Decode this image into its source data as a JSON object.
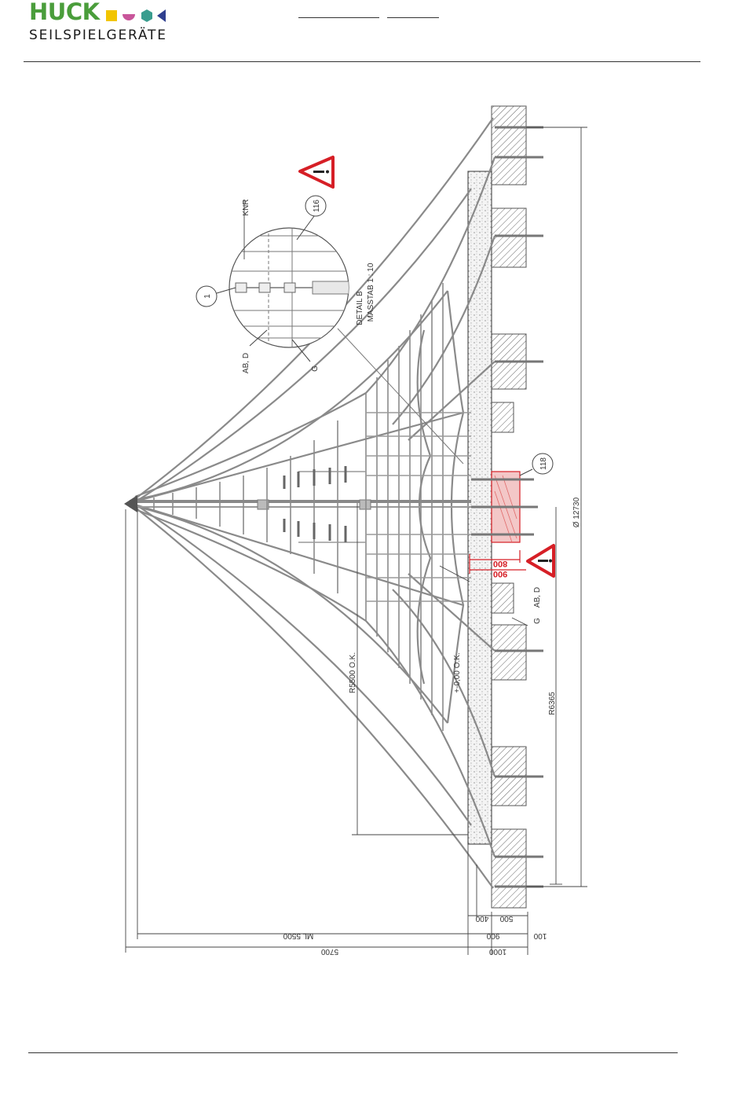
{
  "header": {
    "logo_word": "HUCK",
    "logo_sub": "SEILSPIELGERÄTE",
    "logo_icons": [
      "square-icon",
      "semicircle-icon",
      "hexagon-icon",
      "triangle-icon"
    ],
    "colors": {
      "green": "#4a9d3b",
      "yellow": "#f2c500",
      "pink": "#c8559a",
      "teal": "#3a9d8f",
      "navy": "#2f3f8f",
      "warning_red": "#d61f26"
    }
  },
  "drawing": {
    "detail_title": "DETAIL B",
    "detail_scale": "MASSTAB 1 : 10",
    "labels": {
      "knr": "KNR",
      "ab_d": "AB, D",
      "g": "G",
      "ab_d_right": "AB, D",
      "g_right": "G",
      "ok_level": "+-0,00 O.K.",
      "r5500": "R5500 O.K.",
      "r6365": "R6365",
      "diameter": "Ø 12730"
    },
    "callouts": {
      "c1": "1",
      "c116": "116",
      "c118": "118"
    },
    "dims_red": {
      "d800": "800",
      "d900": "900"
    },
    "dims_bottom": {
      "ml5500": "ML 5500",
      "d5700": "5700",
      "d900": "900",
      "d1000": "1000",
      "d100": "100",
      "d400": "400",
      "d500": "500"
    }
  }
}
